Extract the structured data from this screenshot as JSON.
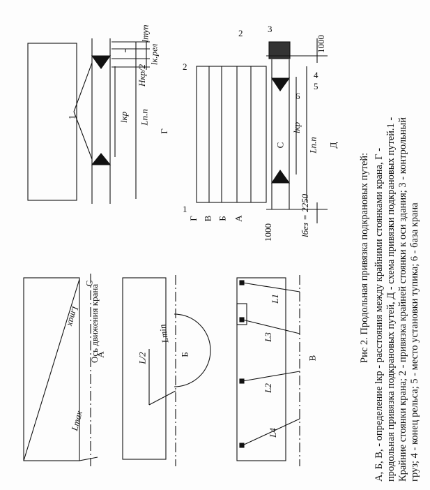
{
  "caption": {
    "title": "Рис 2. Продольная привязка подкрановых путей:",
    "lines": [
      "А, Б, В, - определение lкр - расстояния между крайними стоянками крана, Г -",
      "продольная привязка подкрановых путей, Д - схема привязки подкрановых путей.1 -",
      "Крайние стоянки крана; 2 - привязка крайней стоянки к оси здания; 3 - контрольный",
      "груз; 4 - конец рельса; 5 -  место установки тупика; 6 - база крана"
    ]
  },
  "diagram_A": {
    "letter": "А",
    "axis_label": "Ось  движения  крана",
    "lmax_label": "Lmax",
    "lmax_label_2": "Lmax",
    "c_label": "С"
  },
  "diagram_B": {
    "letter": "Б",
    "half_label": "L/2",
    "lmin_label": "Lmin"
  },
  "diagram_V": {
    "letter": "В",
    "labels": [
      "L1",
      "L2",
      "L3",
      "L4"
    ]
  },
  "diagram_G": {
    "letter": "Г",
    "num_1": "1",
    "l_kr": "lкр",
    "l_pp": "Lп.п",
    "h_kr": "Hкр/2",
    "l_tup": "lтуп",
    "l_k_rel": "lк.рел"
  },
  "diagram_D": {
    "letter": "Д",
    "axes_letters": [
      "Г",
      "В",
      "Б",
      "А"
    ],
    "axis_1": "1",
    "axis_2": "2",
    "dim_1000_left": "1000",
    "dim_1000_right": "1000",
    "l_bez": "lбез = 2250",
    "l_kr": "lкр",
    "l_pp": "Lп.п",
    "c_label": "С",
    "callouts": [
      "2",
      "3",
      "4",
      "5",
      "6"
    ]
  }
}
